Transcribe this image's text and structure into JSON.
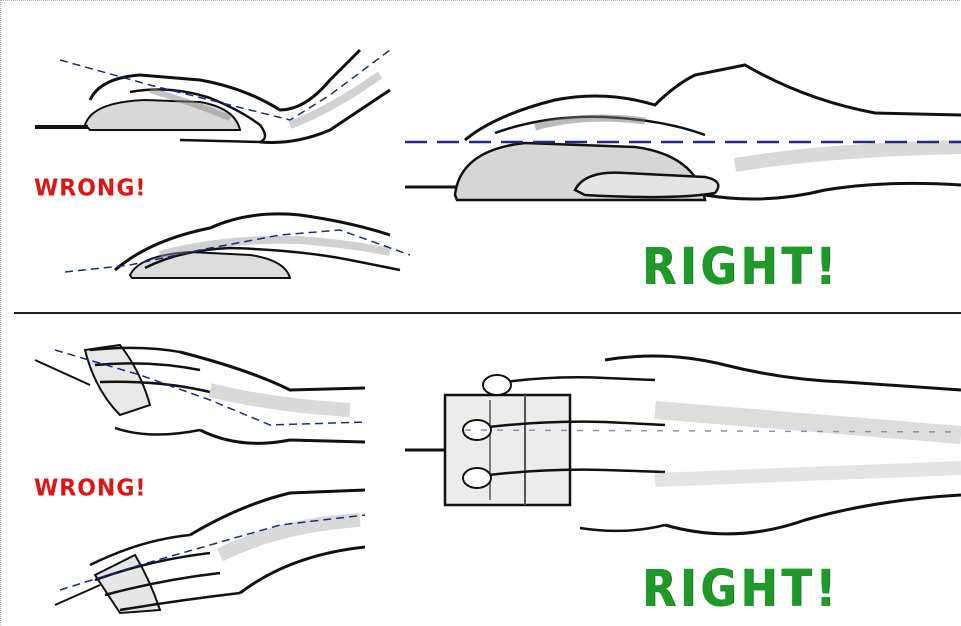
{
  "labels": {
    "top_wrong": "WRONG!",
    "top_right": "RIGHT!",
    "bottom_wrong": "WRONG!",
    "bottom_right": "RIGHT!"
  },
  "colors": {
    "wrong": "#e11414",
    "right": "#1f9a2a",
    "guide_line": "#1a2a8a",
    "ink": "#111111",
    "shading": "#b8b8b8"
  },
  "icons": {
    "wrong_side_hand_raised": "hand-side-view-bent-up",
    "wrong_side_hand_dropped": "hand-side-view-bent-down",
    "right_side_hand": "hand-side-view-straight",
    "wrong_top_hand_out": "hand-top-view-angled-out",
    "wrong_top_hand_in": "hand-top-view-angled-in",
    "right_top_hand": "hand-top-view-straight"
  }
}
